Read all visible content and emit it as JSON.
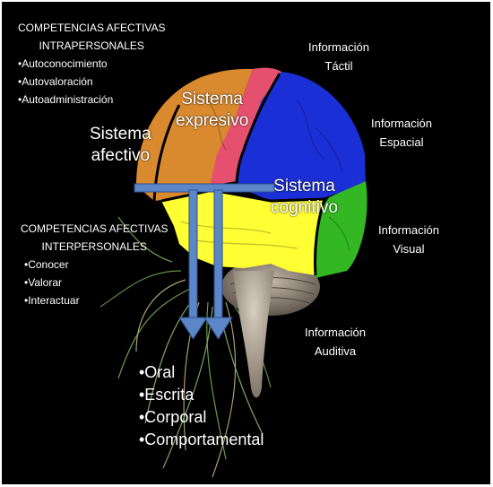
{
  "colors": {
    "background": "#000000",
    "text": "#ffffff",
    "arrow": "#5b86c7",
    "region_affective": "#d9892e",
    "region_expressive": "#e5506f",
    "region_cognitive": "#1b2fd6",
    "region_temporal": "#ffff33",
    "region_occipital": "#33b824"
  },
  "intrapersonal": {
    "title_line1": "COMPETENCIAS AFECTIVAS",
    "title_line2": "INTRAPERSONALES",
    "items": [
      "•Autoconocimiento",
      "•Autovaloración",
      "•Autoadministración"
    ]
  },
  "interpersonal": {
    "title_line1": "COMPETENCIAS AFECTIVAS",
    "title_line2": "INTERPERSONALES",
    "items": [
      "•Conocer",
      "•Valorar",
      "•Interactuar"
    ]
  },
  "systems": {
    "affective": [
      "Sistema",
      "afectivo"
    ],
    "expressive": [
      "Sistema",
      "expresivo"
    ],
    "cognitive": [
      "Sistema",
      "cognitivo"
    ]
  },
  "info": {
    "tactil": [
      "Información",
      "Táctil"
    ],
    "espacial": [
      "Información",
      "Espacial"
    ],
    "visual": [
      "Información",
      "Visual"
    ],
    "auditiva": [
      "Información",
      "Auditiva"
    ]
  },
  "outputs": [
    "•Oral",
    "•Escrita",
    "•Corporal",
    "•Comportamental"
  ]
}
